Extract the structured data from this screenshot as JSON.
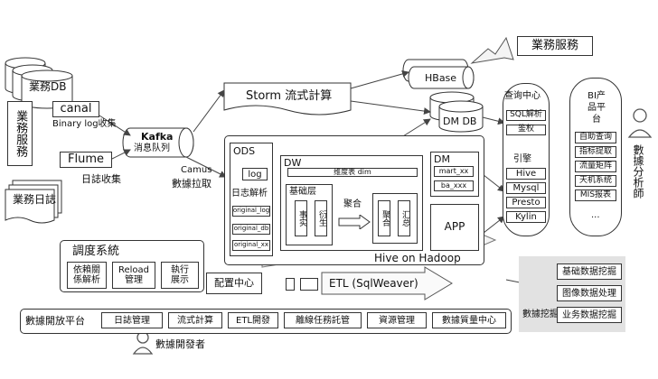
{
  "sources": {
    "biz_db": "業務DB",
    "biz_service": "業務服務",
    "biz_log": "業務日誌",
    "canal": "canal",
    "canal_caption": "Binary log收集",
    "flume": "Flume",
    "flume_caption": "日誌收集"
  },
  "kafka": {
    "name": "Kafka",
    "caption": "消息队列"
  },
  "camus": {
    "line1": "Camus",
    "line2": "數據拉取"
  },
  "storm": {
    "label": "Storm 流式計算"
  },
  "hbase": "HBase",
  "dm_db": "DM DB",
  "biz_service_right": "業務服務",
  "ods": {
    "title": "ODS",
    "log": "log",
    "parse_label": "日志解析",
    "items": [
      "original_log",
      "original_db",
      "original_xx"
    ]
  },
  "dw": {
    "title": "DW",
    "dim": "维度表 dim",
    "base_layer": "基础层",
    "fact": "事实",
    "derived": "衍生",
    "aggregate_label": "聚合",
    "agg": "聚合",
    "summary": "汇总"
  },
  "dm": {
    "title": "DM",
    "items": [
      "mart_xx",
      "ba_xxx"
    ]
  },
  "app": "APP",
  "hive": "Hive on Hadoop",
  "query_center": {
    "title": "查询中心",
    "items": [
      "SQL解析",
      "鉴权"
    ],
    "engine": "引擎",
    "engines": [
      "Hive",
      "Mysql",
      "Presto",
      "Kylin"
    ]
  },
  "bi": {
    "title": "BI产品平台",
    "items": [
      "自助查询",
      "指标提取",
      "流量矩阵",
      "天机系统",
      "MIS报表"
    ],
    "more": "..."
  },
  "analyst": "數據分析師",
  "scheduler": {
    "title": "調度系統",
    "items": [
      {
        "line1": "依賴關",
        "line2": "係解析"
      },
      {
        "line1": "Reload",
        "line2": "管理"
      },
      {
        "line1": "執行",
        "line2": "展示"
      }
    ]
  },
  "config_center": "配置中心",
  "etl": "ETL (SqlWeaver)",
  "mining": {
    "label": "數據挖掘",
    "items": [
      "基础数据挖掘",
      "图像数据处理",
      "业务数据挖掘"
    ]
  },
  "platform": {
    "title": "數據開放平台",
    "items": [
      "日誌管理",
      "流式計算",
      "ETL開發",
      "離線任務託管",
      "資源管理",
      "數據質量中心"
    ]
  },
  "developer": "數據開發者",
  "colors": {
    "line": "#333333",
    "fill": "#ffffff",
    "arrow_fill": "#f4f4f4"
  }
}
